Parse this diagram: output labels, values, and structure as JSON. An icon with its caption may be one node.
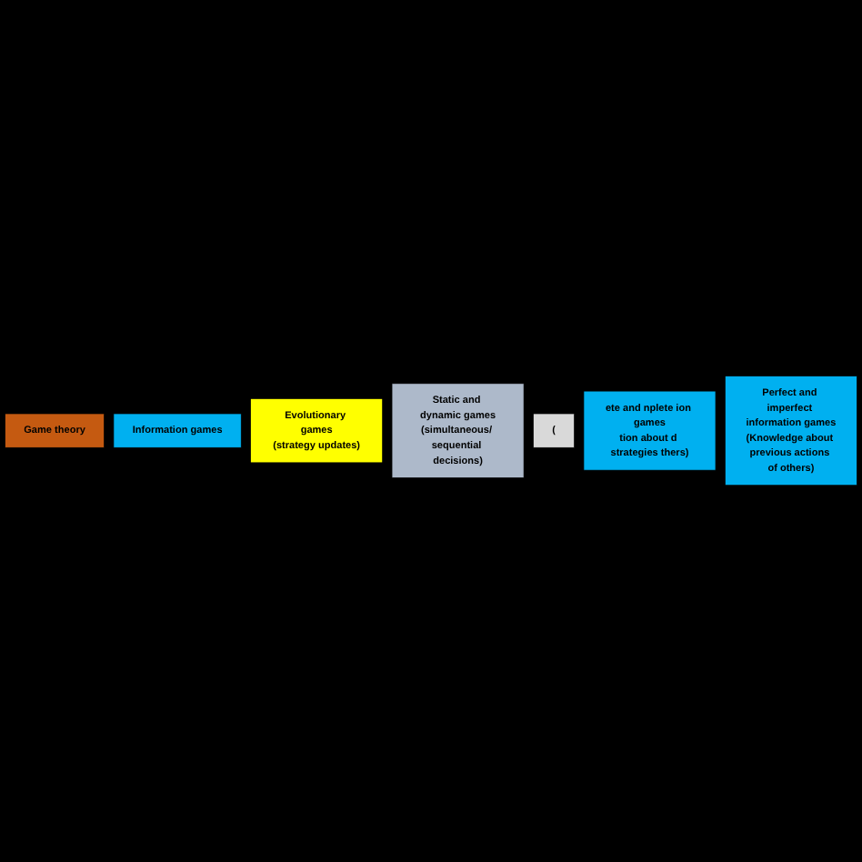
{
  "diagram": {
    "nodes": [
      {
        "text": [
          "Game theory"
        ]
      },
      {
        "text": [
          "Information games"
        ]
      },
      {
        "text": [
          "Evolutionary games",
          "(strategy updates)"
        ]
      },
      {
        "text": [
          "Static and dynamic games",
          "(simultaneous/ sequential decisions)"
        ]
      },
      {
        "text": [
          "("
        ]
      },
      {
        "text": [
          "ete and nplete ion games",
          "tion about d strategies thers)"
        ]
      },
      {
        "text": [
          "Perfect and imperfect information games",
          "(Knowledge about previous actions of others)"
        ]
      }
    ]
  }
}
